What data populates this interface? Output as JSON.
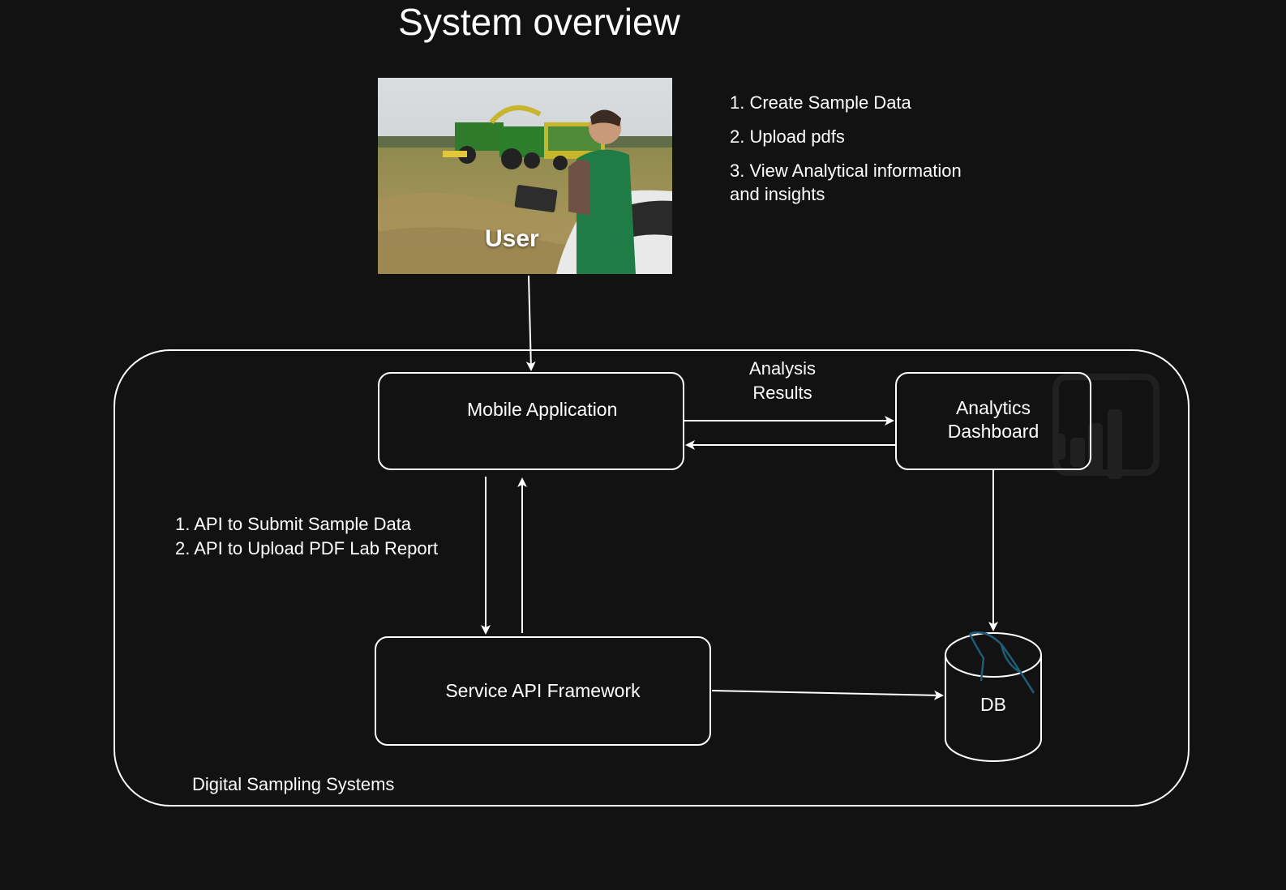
{
  "title": "System overview",
  "user_steps": [
    "1. Create Sample Data",
    "2. Upload pdfs",
    "3. View Analytical information\nand insights"
  ],
  "user": {
    "label": "User"
  },
  "components": {
    "mobile_app": "Mobile Application",
    "analytics_dashboard": "Analytics\nDashboard",
    "service_api": "Service API Framework",
    "db": "DB"
  },
  "flows": {
    "analysis_results": "Analysis\nResults",
    "api_notes": "1. API to Submit Sample Data\n2. API to Upload PDF Lab Report"
  },
  "system_boundary": "Digital Sampling Systems",
  "icons": {
    "react": "react-logo-icon",
    "powerbi": "powerbi-logo-icon",
    "node": "nodejs-logo-icon",
    "mysql": "mysql-dolphin-icon"
  },
  "colors": {
    "background": "#121212",
    "stroke": "#ffffff",
    "react": "#61dafb",
    "node": "#3c873a",
    "mysql": "#1f5c77"
  }
}
